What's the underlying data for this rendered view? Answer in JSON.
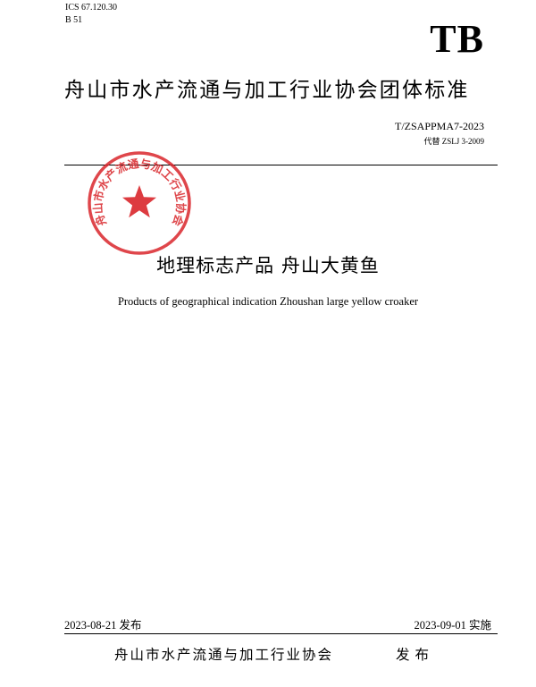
{
  "header": {
    "ics": "ICS 67.120.30",
    "classification": "B 51",
    "logo": "TB",
    "organization": "舟山市水产流通与加工行业协会团体标准",
    "standard_number": "T/ZSAPPMA7-2023",
    "replaces": "代替 ZSLJ 3-2009"
  },
  "seal": {
    "text": "舟山市水产流通与加工行业协会",
    "color": "#d9262b"
  },
  "title": {
    "zh": "地理标志产品  舟山大黄鱼",
    "en": "Products of geographical indication Zhoushan large yellow croaker"
  },
  "footer": {
    "publish_date": "2023-08-21 发布",
    "implement_date": "2023-09-01 实施",
    "issuer": "舟山市水产流通与加工行业协会",
    "issue_word": "发布"
  }
}
